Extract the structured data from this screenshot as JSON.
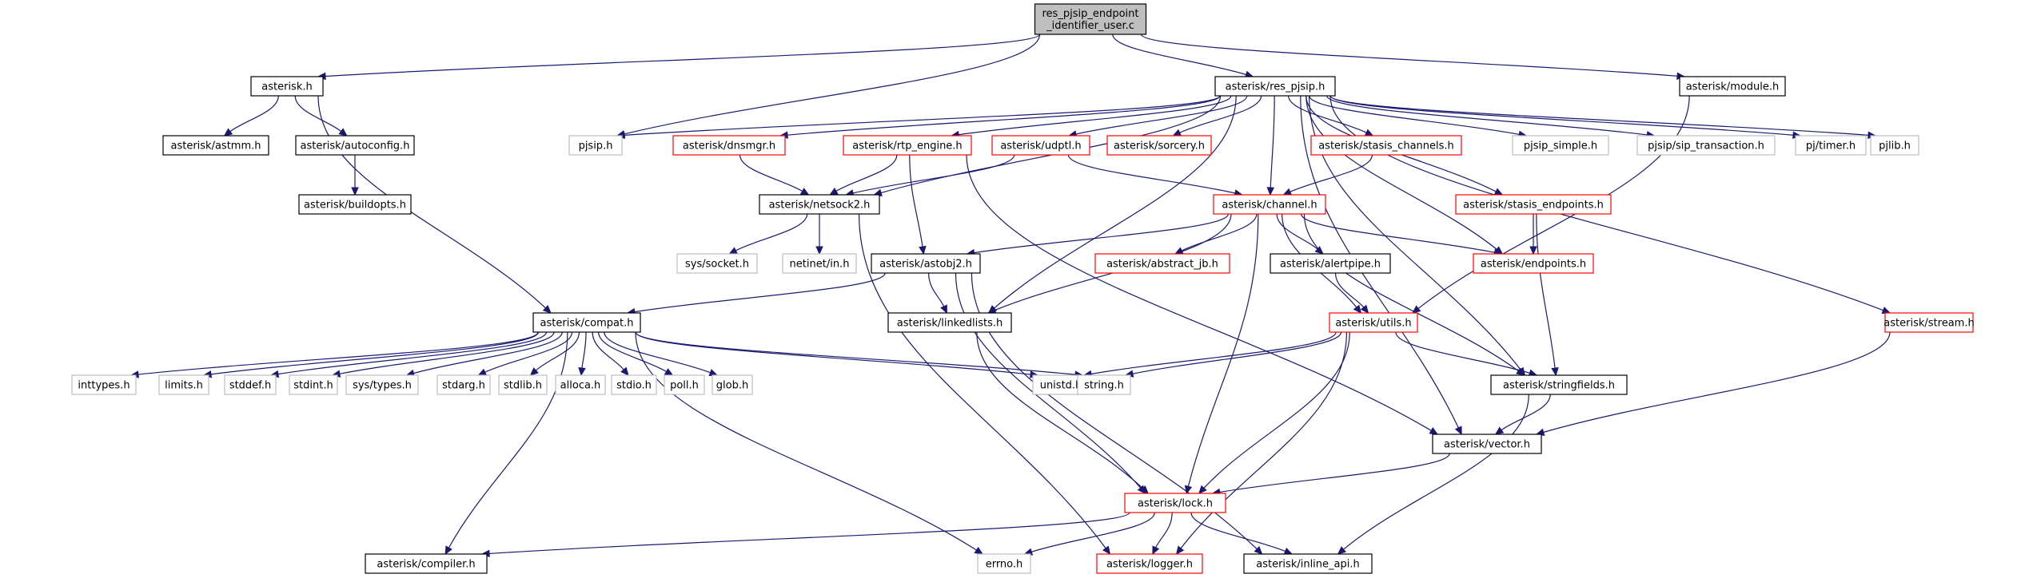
{
  "colors": {
    "root_fill": "#bfbfbf",
    "black_border": "#000000",
    "red_border": "#ff0000",
    "gray_border": "#bfbfbf",
    "gray_text": "#808080",
    "edge": "#191970"
  },
  "nodes": [
    {
      "id": "root",
      "lines": [
        "res_pjsip_endpoint",
        "_identifier_user.c"
      ],
      "style": "root"
    },
    {
      "id": "asterisk_h",
      "lines": [
        "asterisk.h"
      ],
      "style": "black"
    },
    {
      "id": "res_pjsip_h",
      "lines": [
        "asterisk/res_pjsip.h"
      ],
      "style": "black"
    },
    {
      "id": "module_h",
      "lines": [
        "asterisk/module.h"
      ],
      "style": "black"
    },
    {
      "id": "astmm_h",
      "lines": [
        "asterisk/astmm.h"
      ],
      "style": "black"
    },
    {
      "id": "autoconfig_h",
      "lines": [
        "asterisk/autoconfig.h"
      ],
      "style": "black"
    },
    {
      "id": "buildopts_h",
      "lines": [
        "asterisk/buildopts.h"
      ],
      "style": "black"
    },
    {
      "id": "compat_h",
      "lines": [
        "asterisk/compat.h"
      ],
      "style": "black"
    },
    {
      "id": "pjsip_h",
      "lines": [
        "pjsip.h"
      ],
      "style": "gray"
    },
    {
      "id": "dnsmgr_h",
      "lines": [
        "asterisk/dnsmgr.h"
      ],
      "style": "red"
    },
    {
      "id": "rtp_engine_h",
      "lines": [
        "asterisk/rtp_engine.h"
      ],
      "style": "red"
    },
    {
      "id": "udptl_h",
      "lines": [
        "asterisk/udptl.h"
      ],
      "style": "red"
    },
    {
      "id": "sorcery_h",
      "lines": [
        "asterisk/sorcery.h"
      ],
      "style": "red"
    },
    {
      "id": "stasis_channels_h",
      "lines": [
        "asterisk/stasis_channels.h"
      ],
      "style": "red"
    },
    {
      "id": "pjsip_simple_h",
      "lines": [
        "pjsip_simple.h"
      ],
      "style": "gray"
    },
    {
      "id": "pjsip_sip_transaction_h",
      "lines": [
        "pjsip/sip_transaction.h"
      ],
      "style": "gray"
    },
    {
      "id": "pj_timer_h",
      "lines": [
        "pj/timer.h"
      ],
      "style": "gray"
    },
    {
      "id": "pjlib_h",
      "lines": [
        "pjlib.h"
      ],
      "style": "gray"
    },
    {
      "id": "netsock2_h",
      "lines": [
        "asterisk/netsock2.h"
      ],
      "style": "black"
    },
    {
      "id": "channel_h",
      "lines": [
        "asterisk/channel.h"
      ],
      "style": "red"
    },
    {
      "id": "stasis_endpoints_h",
      "lines": [
        "asterisk/stasis_endpoints.h"
      ],
      "style": "red"
    },
    {
      "id": "sys_socket_h",
      "lines": [
        "sys/socket.h"
      ],
      "style": "gray"
    },
    {
      "id": "netinet_in_h",
      "lines": [
        "netinet/in.h"
      ],
      "style": "gray"
    },
    {
      "id": "astobj2_h",
      "lines": [
        "asterisk/astobj2.h"
      ],
      "style": "black"
    },
    {
      "id": "abstract_jb_h",
      "lines": [
        "asterisk/abstract_jb.h"
      ],
      "style": "red"
    },
    {
      "id": "alertpipe_h",
      "lines": [
        "asterisk/alertpipe.h"
      ],
      "style": "black"
    },
    {
      "id": "endpoints_h",
      "lines": [
        "asterisk/endpoints.h"
      ],
      "style": "red"
    },
    {
      "id": "linkedlists_h",
      "lines": [
        "asterisk/linkedlists.h"
      ],
      "style": "black"
    },
    {
      "id": "utils_h",
      "lines": [
        "asterisk/utils.h"
      ],
      "style": "red"
    },
    {
      "id": "stream_h",
      "lines": [
        "asterisk/stream.h"
      ],
      "style": "red"
    },
    {
      "id": "inttypes_h",
      "lines": [
        "inttypes.h"
      ],
      "style": "gray"
    },
    {
      "id": "limits_h",
      "lines": [
        "limits.h"
      ],
      "style": "gray"
    },
    {
      "id": "stddef_h",
      "lines": [
        "stddef.h"
      ],
      "style": "gray"
    },
    {
      "id": "stdint_h",
      "lines": [
        "stdint.h"
      ],
      "style": "gray"
    },
    {
      "id": "sys_types_h",
      "lines": [
        "sys/types.h"
      ],
      "style": "gray"
    },
    {
      "id": "stdarg_h",
      "lines": [
        "stdarg.h"
      ],
      "style": "gray"
    },
    {
      "id": "stdlib_h",
      "lines": [
        "stdlib.h"
      ],
      "style": "gray"
    },
    {
      "id": "alloca_h",
      "lines": [
        "alloca.h"
      ],
      "style": "gray"
    },
    {
      "id": "stdio_h",
      "lines": [
        "stdio.h"
      ],
      "style": "gray"
    },
    {
      "id": "poll_h",
      "lines": [
        "poll.h"
      ],
      "style": "gray"
    },
    {
      "id": "glob_h",
      "lines": [
        "glob.h"
      ],
      "style": "gray"
    },
    {
      "id": "unistd_h",
      "lines": [
        "unistd.h"
      ],
      "style": "gray"
    },
    {
      "id": "string_h",
      "lines": [
        "string.h"
      ],
      "style": "gray"
    },
    {
      "id": "stringfields_h",
      "lines": [
        "asterisk/stringfields.h"
      ],
      "style": "black"
    },
    {
      "id": "vector_h",
      "lines": [
        "asterisk/vector.h"
      ],
      "style": "black"
    },
    {
      "id": "lock_h",
      "lines": [
        "asterisk/lock.h"
      ],
      "style": "red"
    },
    {
      "id": "compiler_h",
      "lines": [
        "asterisk/compiler.h"
      ],
      "style": "black"
    },
    {
      "id": "errno_h",
      "lines": [
        "errno.h"
      ],
      "style": "gray"
    },
    {
      "id": "logger_h",
      "lines": [
        "asterisk/logger.h"
      ],
      "style": "red"
    },
    {
      "id": "inline_api_h",
      "lines": [
        "asterisk/inline_api.h"
      ],
      "style": "black"
    }
  ],
  "edges": [
    [
      "root",
      "asterisk_h"
    ],
    [
      "root",
      "res_pjsip_h"
    ],
    [
      "root",
      "module_h"
    ],
    [
      "root",
      "pjsip_h"
    ],
    [
      "asterisk_h",
      "astmm_h"
    ],
    [
      "asterisk_h",
      "autoconfig_h"
    ],
    [
      "asterisk_h",
      "compat_h"
    ],
    [
      "autoconfig_h",
      "buildopts_h"
    ],
    [
      "res_pjsip_h",
      "pjsip_h"
    ],
    [
      "res_pjsip_h",
      "dnsmgr_h"
    ],
    [
      "res_pjsip_h",
      "rtp_engine_h"
    ],
    [
      "res_pjsip_h",
      "udptl_h"
    ],
    [
      "res_pjsip_h",
      "sorcery_h"
    ],
    [
      "res_pjsip_h",
      "stasis_channels_h"
    ],
    [
      "res_pjsip_h",
      "pjsip_simple_h"
    ],
    [
      "res_pjsip_h",
      "pjsip_sip_transaction_h"
    ],
    [
      "res_pjsip_h",
      "pj_timer_h"
    ],
    [
      "res_pjsip_h",
      "pjlib_h"
    ],
    [
      "res_pjsip_h",
      "netsock2_h"
    ],
    [
      "res_pjsip_h",
      "linkedlists_h"
    ],
    [
      "res_pjsip_h",
      "channel_h"
    ],
    [
      "res_pjsip_h",
      "stasis_endpoints_h"
    ],
    [
      "res_pjsip_h",
      "endpoints_h"
    ],
    [
      "res_pjsip_h",
      "stringfields_h"
    ],
    [
      "res_pjsip_h",
      "stream_h"
    ],
    [
      "res_pjsip_h",
      "vector_h"
    ],
    [
      "module_h",
      "utils_h"
    ],
    [
      "dnsmgr_h",
      "netsock2_h"
    ],
    [
      "rtp_engine_h",
      "netsock2_h"
    ],
    [
      "rtp_engine_h",
      "astobj2_h"
    ],
    [
      "rtp_engine_h",
      "vector_h"
    ],
    [
      "udptl_h",
      "netsock2_h"
    ],
    [
      "udptl_h",
      "channel_h"
    ],
    [
      "stasis_channels_h",
      "channel_h"
    ],
    [
      "netsock2_h",
      "sys_socket_h"
    ],
    [
      "netsock2_h",
      "netinet_in_h"
    ],
    [
      "netsock2_h",
      "logger_h"
    ],
    [
      "channel_h",
      "astobj2_h"
    ],
    [
      "channel_h",
      "abstract_jb_h"
    ],
    [
      "channel_h",
      "alertpipe_h"
    ],
    [
      "channel_h",
      "endpoints_h"
    ],
    [
      "channel_h",
      "linkedlists_h"
    ],
    [
      "channel_h",
      "utils_h"
    ],
    [
      "channel_h",
      "stringfields_h"
    ],
    [
      "channel_h",
      "lock_h"
    ],
    [
      "stasis_endpoints_h",
      "endpoints_h"
    ],
    [
      "stasis_endpoints_h",
      "stringfields_h"
    ],
    [
      "astobj2_h",
      "compat_h"
    ],
    [
      "astobj2_h",
      "linkedlists_h"
    ],
    [
      "astobj2_h",
      "lock_h"
    ],
    [
      "astobj2_h",
      "inline_api_h"
    ],
    [
      "alertpipe_h",
      "utils_h"
    ],
    [
      "linkedlists_h",
      "lock_h"
    ],
    [
      "utils_h",
      "unistd_h"
    ],
    [
      "utils_h",
      "string_h"
    ],
    [
      "utils_h",
      "stringfields_h"
    ],
    [
      "utils_h",
      "lock_h"
    ],
    [
      "utils_h",
      "logger_h"
    ],
    [
      "stream_h",
      "vector_h"
    ],
    [
      "compat_h",
      "inttypes_h"
    ],
    [
      "compat_h",
      "limits_h"
    ],
    [
      "compat_h",
      "stddef_h"
    ],
    [
      "compat_h",
      "stdint_h"
    ],
    [
      "compat_h",
      "sys_types_h"
    ],
    [
      "compat_h",
      "stdarg_h"
    ],
    [
      "compat_h",
      "stdlib_h"
    ],
    [
      "compat_h",
      "alloca_h"
    ],
    [
      "compat_h",
      "stdio_h"
    ],
    [
      "compat_h",
      "poll_h"
    ],
    [
      "compat_h",
      "glob_h"
    ],
    [
      "compat_h",
      "unistd_h"
    ],
    [
      "compat_h",
      "string_h"
    ],
    [
      "compat_h",
      "errno_h"
    ],
    [
      "compat_h",
      "compiler_h"
    ],
    [
      "stringfields_h",
      "vector_h"
    ],
    [
      "stringfields_h",
      "inline_api_h"
    ],
    [
      "vector_h",
      "lock_h"
    ],
    [
      "lock_h",
      "compiler_h"
    ],
    [
      "lock_h",
      "errno_h"
    ],
    [
      "lock_h",
      "logger_h"
    ],
    [
      "lock_h",
      "inline_api_h"
    ]
  ]
}
